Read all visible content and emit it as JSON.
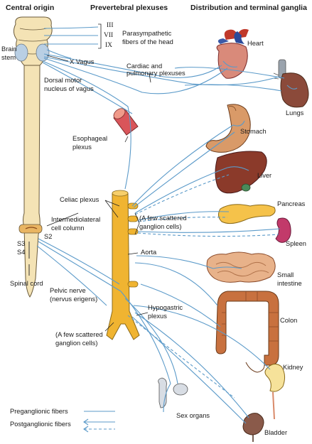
{
  "headers": {
    "central": "Central origin",
    "prevertebral": "Prevertebral plexuses",
    "distribution": "Distribution and terminal ganglia"
  },
  "labels": {
    "roman_iii": "III",
    "roman_vii": "VII",
    "roman_ix": "IX",
    "parasym_1": "Parasympathetic",
    "parasym_2": "fibers of the head",
    "x_vagus": "X Vagus",
    "brain": "Brain",
    "stem": "stem",
    "dorsal_1": "Dorsal motor",
    "dorsal_2": "nucleus of vagus",
    "cardiac_1": "Cardiac and",
    "cardiac_2": "pulmonary plexuses",
    "esoph_1": "Esophageal",
    "esoph_2": "plexus",
    "celiac": "Celiac plexus",
    "scatter_1a": "(A few scattered",
    "scatter_1b": "ganglion cells)",
    "inter_1": "Intermediolateral",
    "inter_2": "cell column",
    "s2": "S2",
    "s3": "S3",
    "s4": "S4",
    "aorta": "Aorta",
    "spinal": "Spinal cord",
    "pelvic_1": "Pelvic nerve",
    "pelvic_2": "(nervus erigens)",
    "hypo_1": "Hypogastric",
    "hypo_2": "plexus",
    "scatter_2a": "(A few scattered",
    "scatter_2b": "ganglion cells)",
    "heart": "Heart",
    "lungs": "Lungs",
    "stomach": "Stomach",
    "liver": "Liver",
    "pancreas": "Pancreas",
    "spleen": "Spleen",
    "small_1": "Small",
    "small_2": "intestine",
    "colon": "Colon",
    "kidney": "Kidney",
    "sex": "Sex organs",
    "bladder": "Bladder"
  },
  "legend": {
    "pre": "Preganglionic fibers",
    "post": "Postganglionic fibers"
  },
  "colors": {
    "nerve": "#5b9ac9",
    "bone": "#f4e3b5",
    "aorta": "#f0b431",
    "liver": "#8b3a2a",
    "stomach": "#d99a68",
    "intestine": "#c8713f",
    "heart": "#c0392b",
    "lungs": "#8b4a3a"
  }
}
